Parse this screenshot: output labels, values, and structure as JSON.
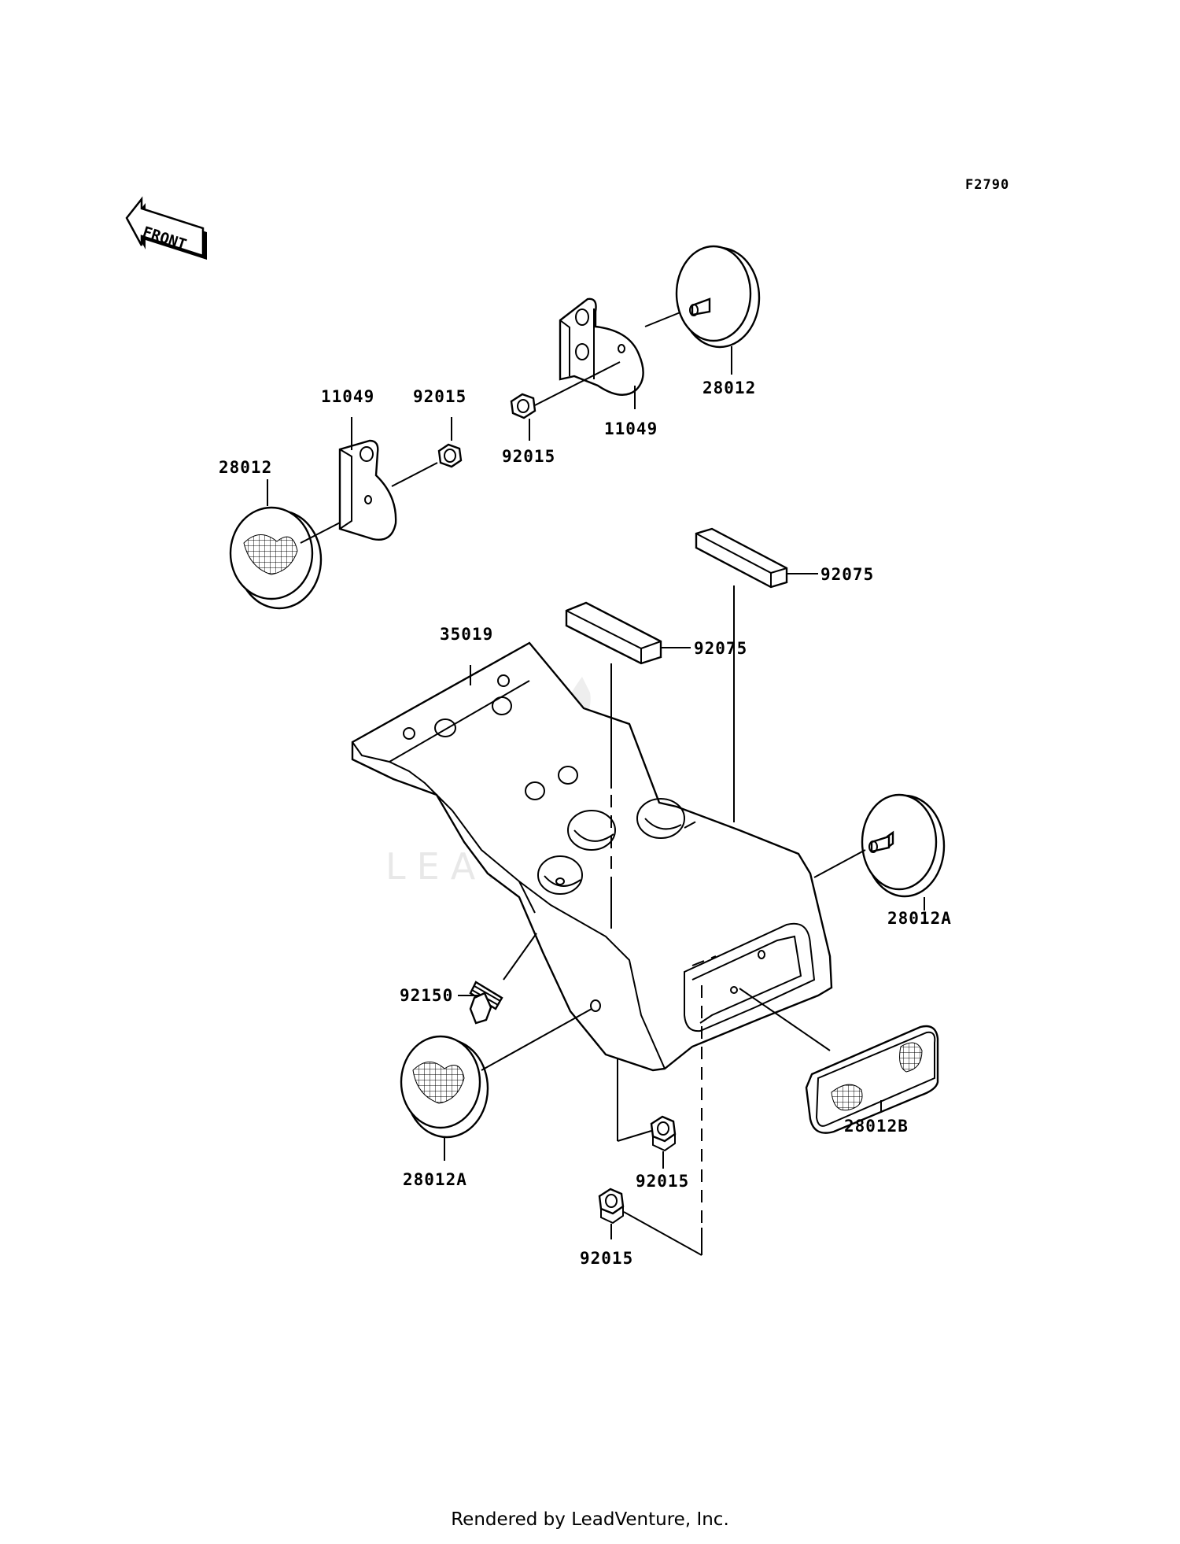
{
  "figure_code": "F2790",
  "front_indicator": "FRONT",
  "watermark": "LEADVENTURE",
  "footer": "Rendered by LeadVenture, Inc.",
  "callouts": {
    "bracket_left": "11049",
    "nut_left": "92015",
    "reflector_left": "28012",
    "bracket_right": "11049",
    "nut_right": "92015",
    "reflector_right": "28012",
    "pad_upper": "92075",
    "pad_lower": "92075",
    "fender": "35019",
    "reflector_side_right": "28012A",
    "bolt": "92150",
    "reflector_side_left": "28012A",
    "reflector_rear": "28012B",
    "nut_bottom_right": "92015",
    "nut_bottom_left": "92015"
  }
}
